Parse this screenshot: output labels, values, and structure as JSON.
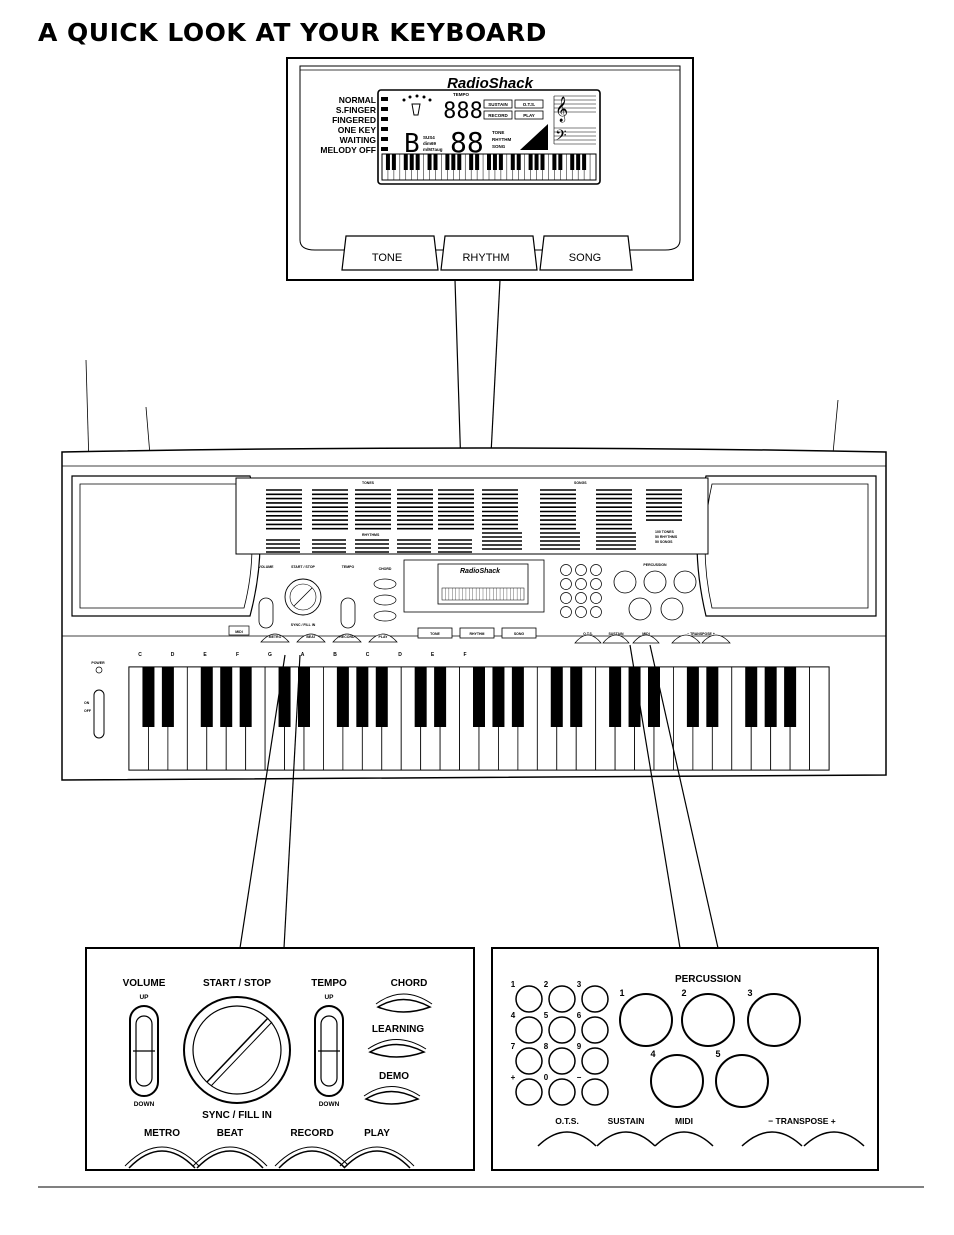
{
  "heading": "A QUICK LOOK AT YOUR KEYBOARD",
  "brand": "RadioShack",
  "display": {
    "modes": [
      "NORMAL",
      "S.FINGER",
      "FINGERED",
      "ONE KEY",
      "WAITING",
      "MELODY OFF"
    ],
    "tempo_label": "TEMPO",
    "boxes": [
      "SUSTAIN",
      "O.T.S.",
      "RECORD",
      "PLAY"
    ],
    "indicators": [
      "TONE",
      "RHYTHM",
      "SONG"
    ],
    "chord_types": [
      "SUS4",
      "dim69",
      "m/M7aug"
    ],
    "volume_label": "VOLUME",
    "digits_tempo": "888",
    "digits_number": "88",
    "chord_root": "B"
  },
  "select_buttons": [
    "TONE",
    "RHYTHM",
    "SONG"
  ],
  "panel_headers": {
    "tones": "TONES",
    "songs": "SONGS",
    "rhythms": "RHYTHMS"
  },
  "counts": [
    "100 TONES",
    "50 RHYTHMS",
    "50 SONGS"
  ],
  "left_controls": {
    "volume": "VOLUME",
    "start_stop": "START / STOP",
    "tempo": "TEMPO",
    "up": "UP",
    "down": "DOWN",
    "sync": "SYNC / FILL IN",
    "chord": "CHORD",
    "learning": "LEARNING",
    "demo": "DEMO",
    "bottom_buttons": [
      "METRO",
      "BEAT",
      "RECORD",
      "PLAY"
    ],
    "midi": "MIDI"
  },
  "right_controls": {
    "percussion": "PERCUSSION",
    "pads": [
      "1",
      "2",
      "3",
      "4",
      "5"
    ],
    "numpad": [
      "1",
      "2",
      "3",
      "4",
      "5",
      "6",
      "7",
      "8",
      "9",
      "+",
      "0",
      "−"
    ],
    "bottom_buttons": [
      "O.T.S.",
      "SUSTAIN",
      "MIDI"
    ],
    "transpose": "− TRANSPOSE +"
  },
  "power": {
    "label": "POWER",
    "on": "ON",
    "off": "OFF"
  },
  "note_letters": [
    "C",
    "D",
    "E",
    "F",
    "G",
    "A",
    "B",
    "C",
    "D",
    "E",
    "F"
  ]
}
